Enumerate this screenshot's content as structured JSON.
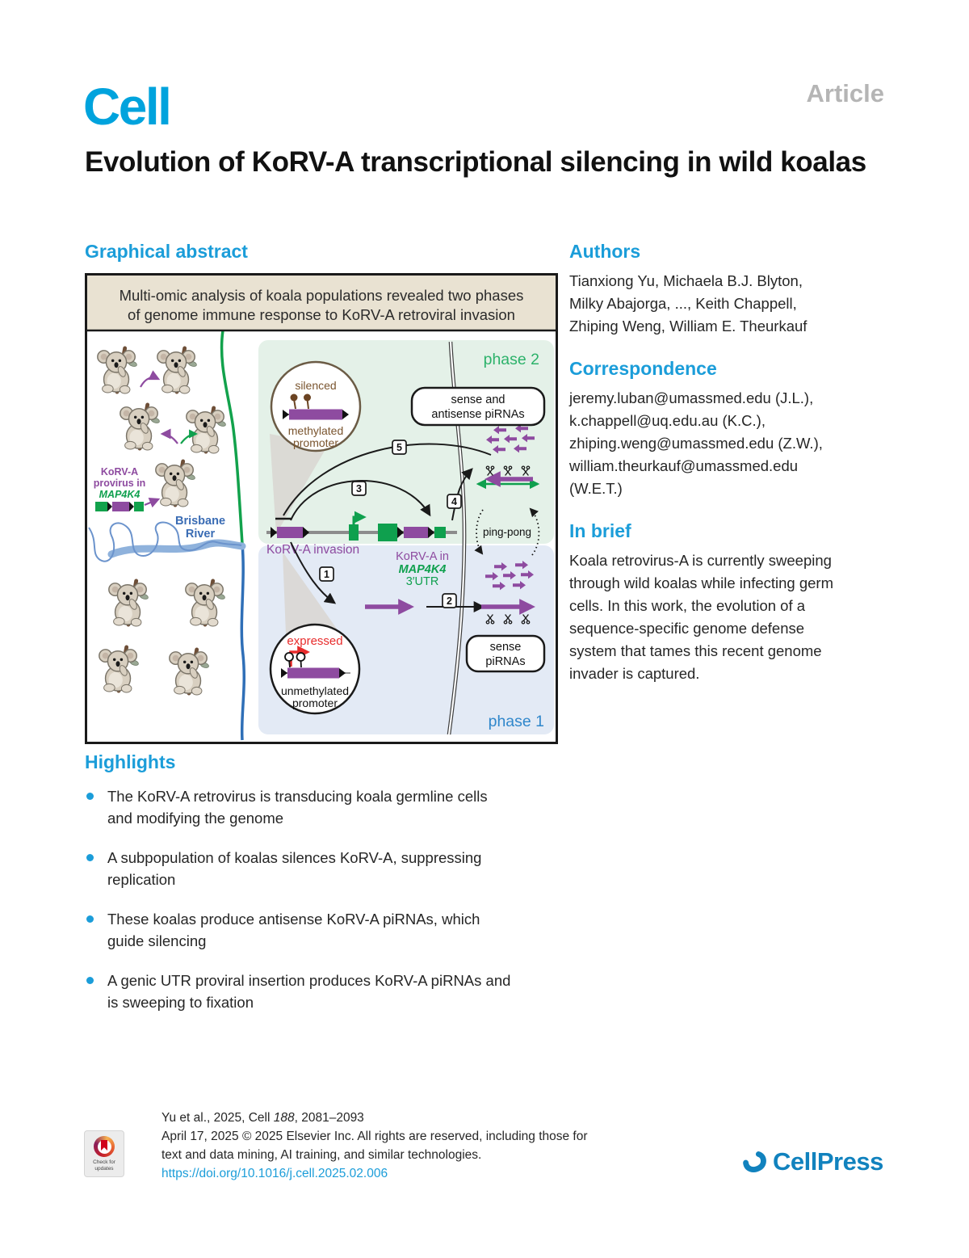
{
  "header": {
    "journal_logo": "Cell",
    "article_type": "Article"
  },
  "title": "Evolution of KoRV-A transcriptional silencing in wild koalas",
  "graphical_abstract": {
    "heading": "Graphical abstract",
    "banner": {
      "line1": "Multi-omic analysis of koala populations revealed two phases",
      "line2": "of genome immune response to KoRV-A retroviral invasion"
    },
    "phase2_label": "phase 2",
    "phase1_label": "phase 1",
    "silenced_circle": {
      "title": "silenced",
      "caption_line1": "methylated",
      "caption_line2": "promoter"
    },
    "expressed_circle": {
      "title": "expressed",
      "caption_line1": "unmethylated",
      "caption_line2": "promoter"
    },
    "sense_antisense_box": {
      "line1": "sense and",
      "line2": "antisense piRNAs"
    },
    "sense_box": {
      "line1": "sense",
      "line2": "piRNAs"
    },
    "ping_pong_label": "ping-pong",
    "provirus_label": {
      "line1": "KoRV-A",
      "line2": "provirus in",
      "line3": "MAP4K4"
    },
    "river_label": {
      "line1": "Brisbane",
      "line2": "River"
    },
    "invasion_label": "KoRV-A invasion",
    "utr_label": {
      "line1": "KoRV-A in",
      "line2": "MAP4K4",
      "line3": "3′UTR"
    },
    "steps": {
      "s1": "1",
      "s2": "2",
      "s3": "3",
      "s4": "4",
      "s5": "5"
    }
  },
  "authors": {
    "heading": "Authors",
    "lines": [
      "Tianxiong Yu, Michaela B.J. Blyton,",
      "Milky Abajorga, ..., Keith Chappell,",
      "Zhiping Weng, William E. Theurkauf"
    ]
  },
  "correspondence": {
    "heading": "Correspondence",
    "lines": [
      "jeremy.luban@umassmed.edu (J.L.),",
      "k.chappell@uq.edu.au (K.C.),",
      "zhiping.weng@umassmed.edu (Z.W.),",
      "william.theurkauf@umassmed.edu",
      "(W.E.T.)"
    ]
  },
  "in_brief": {
    "heading": "In brief",
    "lines": [
      "Koala retrovirus-A is currently sweeping",
      "through wild koalas while infecting germ",
      "cells. In this work, the evolution of a",
      "sequence-specific genome defense",
      "system that tames this recent genome",
      "invader is captured."
    ]
  },
  "highlights": {
    "heading": "Highlights",
    "items": [
      {
        "lines": [
          "The KoRV-A retrovirus is transducing koala germline cells",
          "and modifying the genome"
        ]
      },
      {
        "lines": [
          "A subpopulation of koalas silences KoRV-A, suppressing",
          "replication"
        ]
      },
      {
        "lines": [
          "These koalas produce antisense KoRV-A piRNAs, which",
          "guide silencing"
        ]
      },
      {
        "lines": [
          "A genic UTR proviral insertion produces KoRV-A piRNAs and",
          "is sweeping to fixation"
        ]
      }
    ]
  },
  "footer": {
    "citation": {
      "prefix": "Yu et al., 2025, Cell ",
      "volume": "188",
      "pages": ", 2081–2093"
    },
    "rights_line1": "April 17, 2025 © 2025 Elsevier Inc. All rights are reserved, including those for",
    "rights_line2": "text and data mining, AI training, and similar technologies.",
    "doi": "https://doi.org/10.1016/j.cell.2025.02.006",
    "update_badge": {
      "line1": "Check for",
      "line2": "updates"
    },
    "publisher_logo": "CellPress"
  },
  "colors": {
    "brand_blue": "#00A3DD",
    "heading_blue": "#1B9DD9",
    "article_gray": "#B5B5B5",
    "purple": "#8E4BA0",
    "green": "#0FA04E",
    "phase2_text_green": "#2CB26A",
    "phase1_text_blue": "#3087CB",
    "red": "#E82C2C",
    "brown": "#7A552F",
    "river_blue": "#3A6CB4",
    "banner_bg": "#E9E2D2",
    "phase2_bg": "#E4F1E8",
    "phase1_bg": "#E3EAF5",
    "publisher_blue": "#1182BE"
  }
}
